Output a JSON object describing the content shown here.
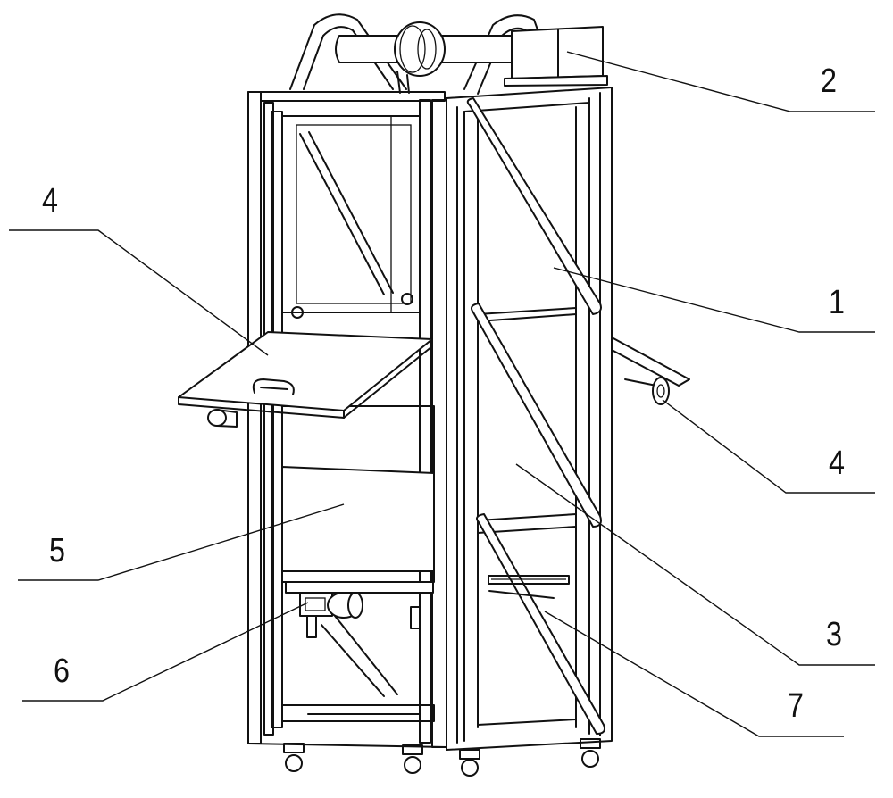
{
  "labels": {
    "l1": "1",
    "l2": "2",
    "l3": "3",
    "l4a": "4",
    "l4b": "4",
    "l5": "5",
    "l6": "6",
    "l7": "7"
  }
}
